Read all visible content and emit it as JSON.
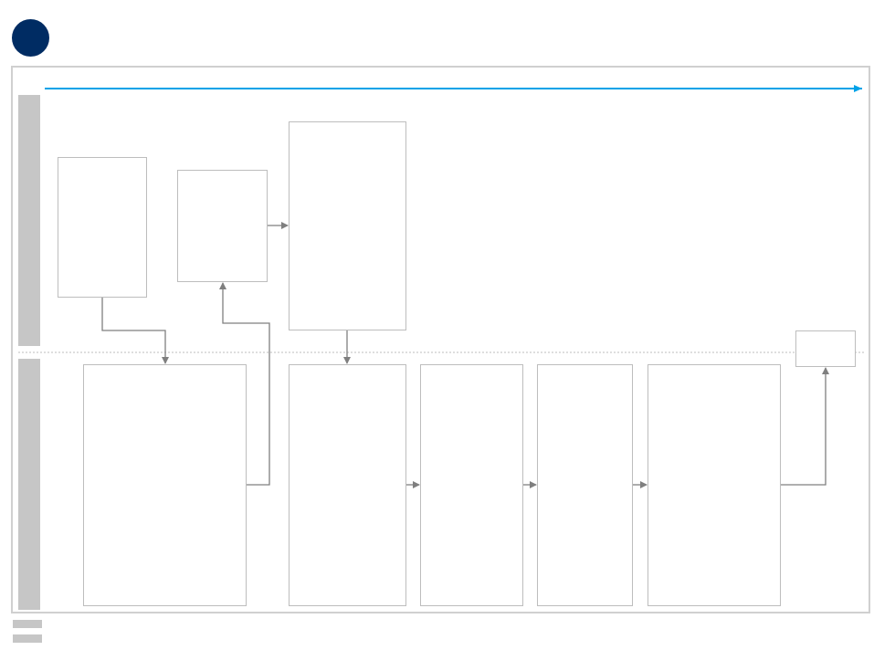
{
  "colors": {
    "logo": "#002c63",
    "timeline_arrow": "#00a2e8",
    "lane_bar": "#c6c6c6",
    "connector": "#7f7f7f",
    "box_border": "#bdbdbd",
    "frame_border": "#d0d0d0",
    "divider": "#bdbdbd"
  },
  "icons": {
    "logo": "circle-logo-icon",
    "timeline": "right-arrow-icon"
  },
  "lanes": [
    {
      "id": "lane-top",
      "label": ""
    },
    {
      "id": "lane-bottom",
      "label": ""
    }
  ],
  "boxes": [
    {
      "id": "box-a",
      "label": ""
    },
    {
      "id": "box-b",
      "label": ""
    },
    {
      "id": "box-c",
      "label": ""
    },
    {
      "id": "box-d",
      "label": ""
    },
    {
      "id": "box-e",
      "label": ""
    },
    {
      "id": "box-f",
      "label": ""
    },
    {
      "id": "box-g",
      "label": ""
    },
    {
      "id": "box-h",
      "label": ""
    },
    {
      "id": "box-end",
      "label": ""
    }
  ],
  "legend": [
    {
      "label": ""
    },
    {
      "label": ""
    }
  ]
}
